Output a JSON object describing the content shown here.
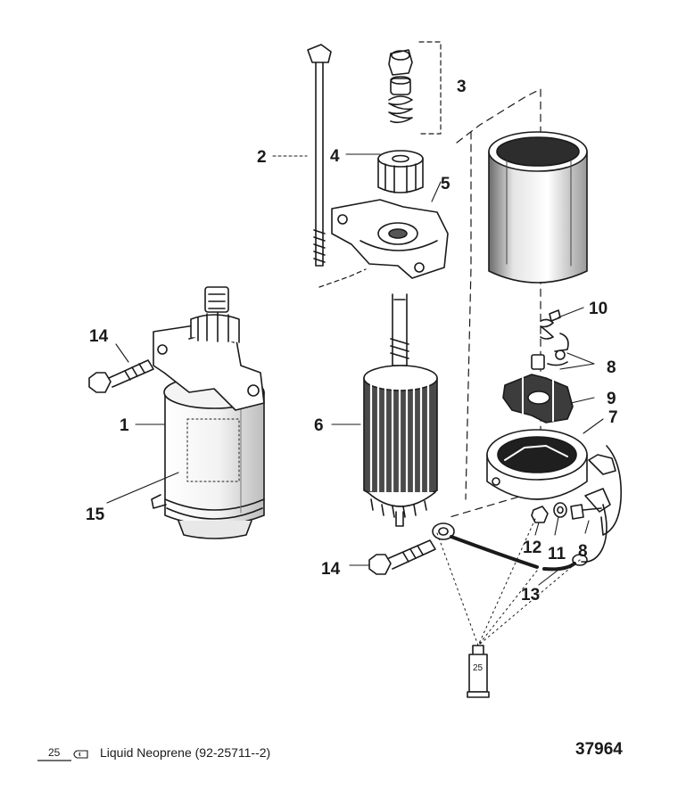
{
  "callouts": [
    {
      "id": "c1",
      "label": "1"
    },
    {
      "id": "c2",
      "label": "2"
    },
    {
      "id": "c3",
      "label": "3"
    },
    {
      "id": "c4",
      "label": "4"
    },
    {
      "id": "c5",
      "label": "5"
    },
    {
      "id": "c6",
      "label": "6"
    },
    {
      "id": "c7",
      "label": "7"
    },
    {
      "id": "c8a",
      "label": "8"
    },
    {
      "id": "c8b",
      "label": "8"
    },
    {
      "id": "c9",
      "label": "9"
    },
    {
      "id": "c10",
      "label": "10"
    },
    {
      "id": "c11",
      "label": "11"
    },
    {
      "id": "c12",
      "label": "12"
    },
    {
      "id": "c13",
      "label": "13"
    },
    {
      "id": "c14a",
      "label": "14"
    },
    {
      "id": "c14b",
      "label": "14"
    },
    {
      "id": "c15",
      "label": "15"
    }
  ],
  "tube": {
    "number": "25"
  },
  "legend": {
    "tube_number": "25",
    "text": "Liquid Neoprene (92-25711--2)"
  },
  "reference_number": "37964"
}
